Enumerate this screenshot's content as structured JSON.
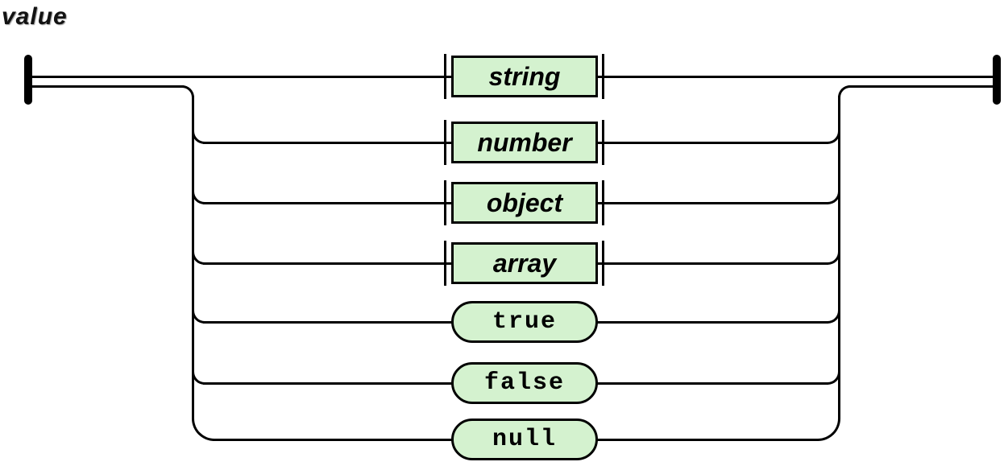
{
  "diagram": {
    "title": "value",
    "type": "railroad-syntax-diagram",
    "colors": {
      "background": "#ffffff",
      "line": "#000000",
      "node_fill": "#d4f2cf",
      "node_border": "#000000",
      "text": "#000000"
    },
    "rows": [
      {
        "label": "string",
        "kind": "nonterminal"
      },
      {
        "label": "number",
        "kind": "nonterminal"
      },
      {
        "label": "object",
        "kind": "nonterminal"
      },
      {
        "label": "array",
        "kind": "nonterminal"
      },
      {
        "label": "true",
        "kind": "terminal"
      },
      {
        "label": "false",
        "kind": "terminal"
      },
      {
        "label": "null",
        "kind": "terminal"
      }
    ]
  }
}
